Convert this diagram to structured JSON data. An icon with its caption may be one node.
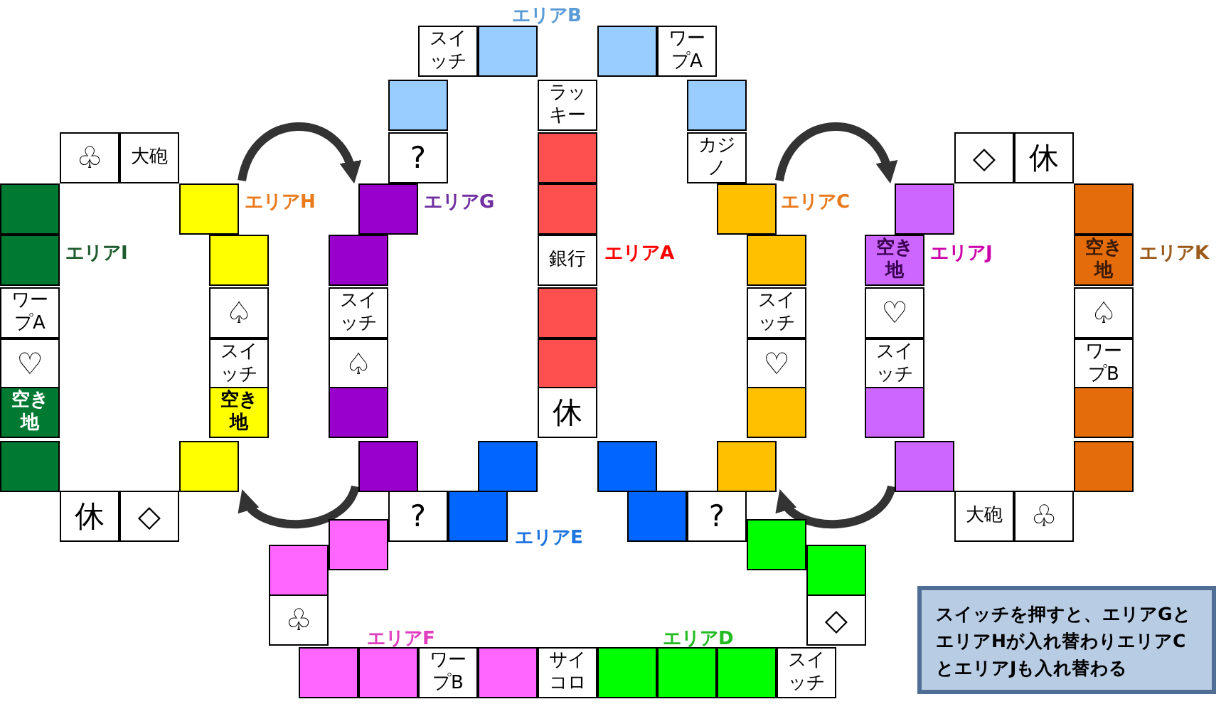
{
  "diagram": {
    "nodes": [
      {
        "text": [
          "スイッチ"
        ]
      },
      {
        "text": [],
        "shape": "box"
      },
      {
        "text": [],
        "shape": "box"
      },
      {
        "text": [
          "ワープA"
        ]
      },
      {
        "text": [],
        "shape": "box"
      },
      {
        "text": [
          "ラッキー"
        ]
      },
      {
        "text": [],
        "shape": "box"
      },
      {
        "text": [
          "♧"
        ]
      },
      {
        "text": [
          "大砲"
        ]
      },
      {
        "text": [
          "?"
        ]
      },
      {
        "text": [],
        "shape": "box"
      },
      {
        "text": [
          "カジノ"
        ]
      },
      {
        "text": [
          "◇"
        ]
      },
      {
        "text": [
          "休"
        ]
      },
      {
        "text": [],
        "shape": "box"
      },
      {
        "text": [],
        "shape": "box"
      },
      {
        "text": [],
        "shape": "box"
      },
      {
        "text": [],
        "shape": "box"
      },
      {
        "text": [],
        "shape": "box"
      },
      {
        "text": [],
        "shape": "box"
      },
      {
        "text": [],
        "shape": "box"
      },
      {
        "text": [],
        "shape": "box"
      },
      {
        "text": [],
        "shape": "box"
      },
      {
        "text": [],
        "shape": "box"
      },
      {
        "text": [
          "銀行"
        ]
      },
      {
        "text": [],
        "shape": "box"
      },
      {
        "text": [
          "空き地"
        ]
      },
      {
        "text": [
          "空き地"
        ]
      },
      {
        "text": [
          "ワープA"
        ]
      },
      {
        "text": [
          "♤"
        ]
      },
      {
        "text": [
          "スイッチ"
        ]
      },
      {
        "text": [],
        "shape": "box"
      },
      {
        "text": [
          "スイッチ"
        ]
      },
      {
        "text": [
          "♡"
        ]
      },
      {
        "text": [
          "♤"
        ]
      },
      {
        "text": [
          "♡"
        ]
      },
      {
        "text": [
          "スイッチ"
        ]
      },
      {
        "text": [
          "♤"
        ]
      },
      {
        "text": [],
        "shape": "box"
      },
      {
        "text": [
          "♡"
        ]
      },
      {
        "text": [
          "スイッチ"
        ]
      },
      {
        "text": [
          "ワープB"
        ]
      },
      {
        "text": [
          "空き地"
        ]
      },
      {
        "text": [
          "空き地"
        ]
      },
      {
        "text": [],
        "shape": "box"
      },
      {
        "text": [
          "休"
        ]
      },
      {
        "text": [],
        "shape": "box"
      },
      {
        "text": [],
        "shape": "box"
      },
      {
        "text": [],
        "shape": "box"
      },
      {
        "text": [],
        "shape": "box"
      },
      {
        "text": [],
        "shape": "box"
      },
      {
        "text": [],
        "shape": "box"
      },
      {
        "text": [],
        "shape": "box"
      },
      {
        "text": [],
        "shape": "box"
      },
      {
        "text": [],
        "shape": "box"
      },
      {
        "text": [],
        "shape": "box"
      },
      {
        "text": [],
        "shape": "box"
      },
      {
        "text": [
          "休"
        ]
      },
      {
        "text": [
          "◇"
        ]
      },
      {
        "text": [
          "?"
        ]
      },
      {
        "text": [],
        "shape": "box"
      },
      {
        "text": [],
        "shape": "box"
      },
      {
        "text": [
          "?"
        ]
      },
      {
        "text": [
          "大砲"
        ]
      },
      {
        "text": [
          "♧"
        ]
      },
      {
        "text": [],
        "shape": "box"
      },
      {
        "text": [],
        "shape": "box"
      },
      {
        "text": [],
        "shape": "box"
      },
      {
        "text": [],
        "shape": "box"
      },
      {
        "text": [
          "♧"
        ]
      },
      {
        "text": [
          "◇"
        ]
      },
      {
        "text": [
          "スイッチを押すと、エリアGとエリアHが入れ替わりエリアCとエリアJも入れ替わる"
        ]
      },
      {
        "text": [],
        "shape": "box"
      },
      {
        "text": [],
        "shape": "box"
      },
      {
        "text": [
          "ワープB"
        ]
      },
      {
        "text": [],
        "shape": "box"
      },
      {
        "text": [
          "サイコロ"
        ]
      },
      {
        "text": [],
        "shape": "box"
      },
      {
        "text": [],
        "shape": "box"
      },
      {
        "text": [],
        "shape": "box"
      },
      {
        "text": [
          "スイッチ"
        ]
      }
    ],
    "edges": [
      {
        "from": 15,
        "to": 16,
        "arrow": "to"
      },
      {
        "from": 51,
        "to": 50,
        "arrow": "to"
      },
      {
        "from": 18,
        "to": 19,
        "arrow": "to"
      },
      {
        "from": 55,
        "to": 54,
        "arrow": "to"
      }
    ],
    "labels": [
      "エリアB",
      "エリアH",
      "エリアG",
      "エリアC",
      "エリアI",
      "エリアA",
      "エリアJ",
      "エリアK",
      "エリアE",
      "エリアF",
      "エリアD"
    ]
  }
}
